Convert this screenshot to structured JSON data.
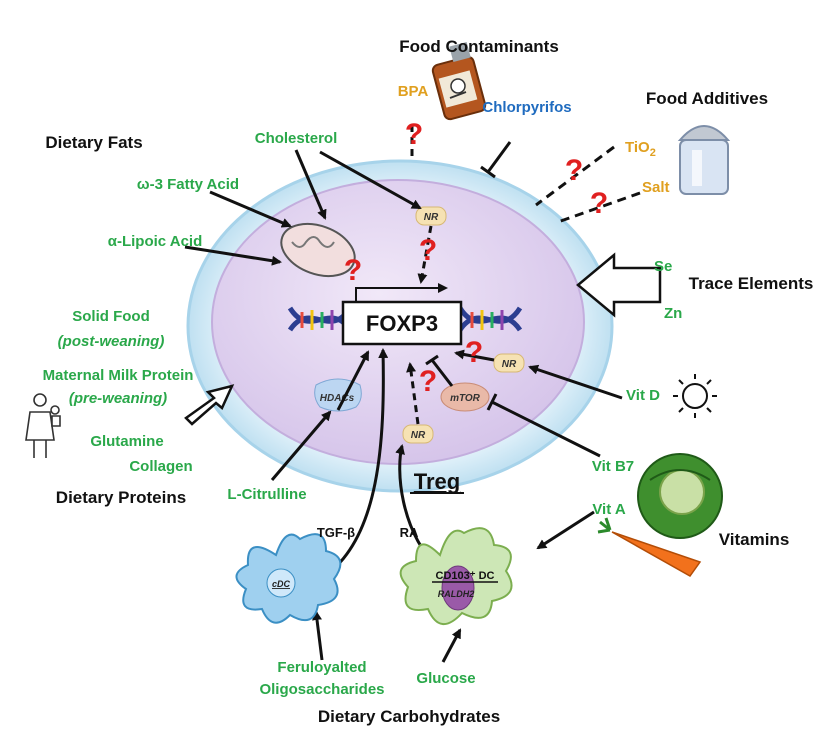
{
  "labels": {
    "food_contaminants": "Food Contaminants",
    "bpa": "BPA",
    "chlorpyrifos": "Chlorpyrifos",
    "food_additives": "Food Additives",
    "tio2_main": "TiO",
    "tio2_sub": "2",
    "salt": "Salt",
    "dietary_fats": "Dietary Fats",
    "cholesterol": "Cholesterol",
    "omega3": "ω-3 Fatty Acid",
    "lipoic": "α-Lipoic Acid",
    "se": "Se",
    "trace_elements": "Trace Elements",
    "zn": "Zn",
    "solid_food": "Solid Food",
    "post_weaning": "(post-weaning)",
    "maternal_milk": "Maternal Milk Protein",
    "pre_weaning": "(pre-weaning)",
    "glutamine": "Glutamine",
    "collagen": "Collagen",
    "dietary_proteins": "Dietary Proteins",
    "l_citrulline": "L-Citrulline",
    "vit_d": "Vit D",
    "vit_b7": "Vit B7",
    "vit_a": "Vit A",
    "vitamins": "Vitamins",
    "treg": "Treg",
    "foxp3": "FOXP3",
    "hdacs": "HDACs",
    "mtor": "mTOR",
    "nr": "NR",
    "tgf_beta": "TGF-β",
    "ra": "RA",
    "cdc": "cDC",
    "cd103_dc": "CD103⁺ DC",
    "raldh2": "RALDH2",
    "feruloylated": "Feruloyalted",
    "oligosaccharides": "Oligosaccharides",
    "glucose": "Glucose",
    "dietary_carbohydrates": "Dietary Carbohydrates",
    "question_mark": "?"
  },
  "colors": {
    "effect_green": "#2aa84a",
    "contaminant_orange": "#e0a020",
    "chlorpyrifos_blue": "#1f6bbf",
    "question_red": "#e02020",
    "cell_outer": "#cfe9f6",
    "cell_inner": "#e6d9f2"
  }
}
